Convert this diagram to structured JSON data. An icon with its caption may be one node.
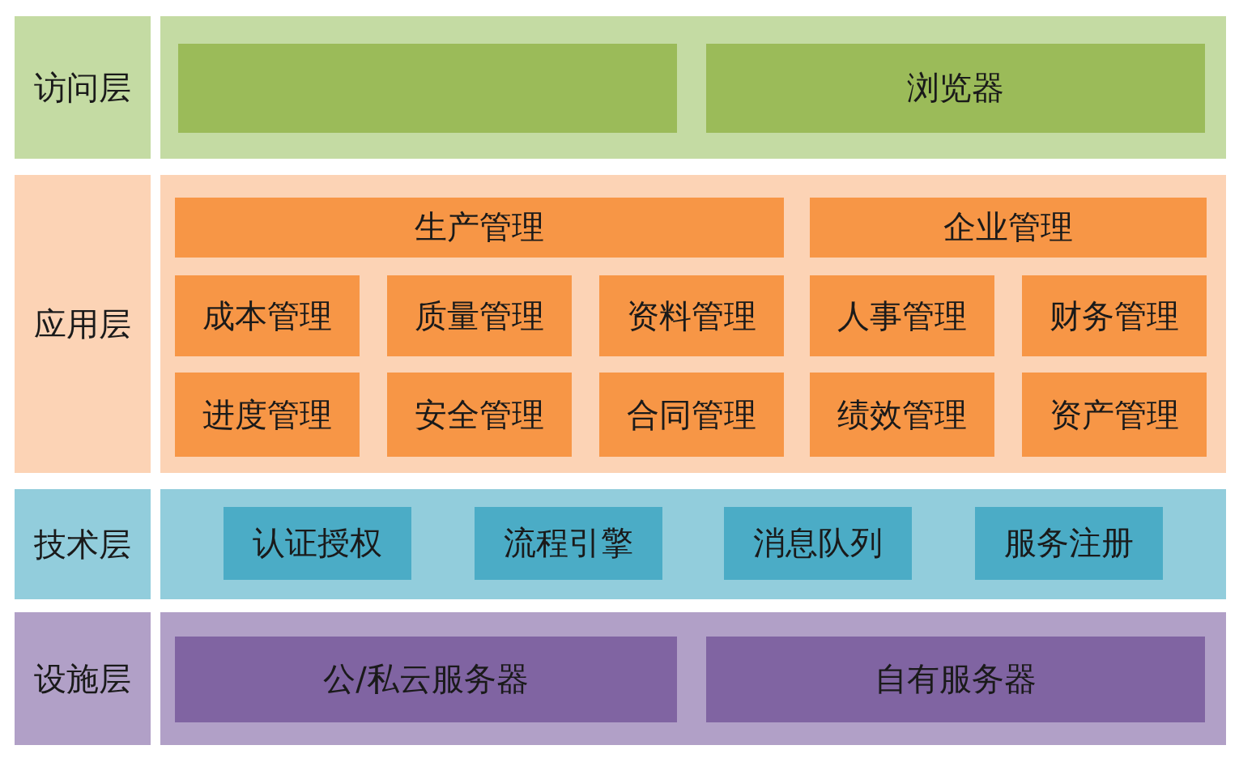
{
  "diagram": {
    "nodes": [
      {
        "text": [
          "访问层"
        ]
      },
      {
        "text": [],
        "shape": "box"
      },
      {
        "text": [],
        "shape": "box",
        "in": 1
      },
      {
        "text": [
          "浏览器"
        ],
        "in": 1
      },
      {
        "text": [
          "应用层"
        ]
      },
      {
        "text": [],
        "shape": "box"
      },
      {
        "text": [
          "生产管理"
        ],
        "in": 5
      },
      {
        "text": [
          "企业管理"
        ],
        "in": 5
      },
      {
        "text": [
          "成本管理"
        ],
        "in": 5
      },
      {
        "text": [
          "质量管理"
        ],
        "in": 5
      },
      {
        "text": [
          "资料管理"
        ],
        "in": 5
      },
      {
        "text": [
          "人事管理"
        ],
        "in": 5
      },
      {
        "text": [
          "财务管理"
        ],
        "in": 5
      },
      {
        "text": [
          "进度管理"
        ],
        "in": 5
      },
      {
        "text": [
          "安全管理"
        ],
        "in": 5
      },
      {
        "text": [
          "合同管理"
        ],
        "in": 5
      },
      {
        "text": [
          "绩效管理"
        ],
        "in": 5
      },
      {
        "text": [
          "资产管理"
        ],
        "in": 5
      },
      {
        "text": [
          "技术层"
        ]
      },
      {
        "text": [],
        "shape": "box"
      },
      {
        "text": [
          "认证授权"
        ],
        "in": 19
      },
      {
        "text": [
          "流程引擎"
        ],
        "in": 19
      },
      {
        "text": [
          "消息队列"
        ],
        "in": 19
      },
      {
        "text": [
          "服务注册"
        ],
        "in": 19
      },
      {
        "text": [
          "设施层"
        ]
      },
      {
        "text": [],
        "shape": "box"
      },
      {
        "text": [
          "公/私云服务器"
        ],
        "in": 25
      },
      {
        "text": [
          "自有服务器"
        ],
        "in": 25
      }
    ]
  }
}
